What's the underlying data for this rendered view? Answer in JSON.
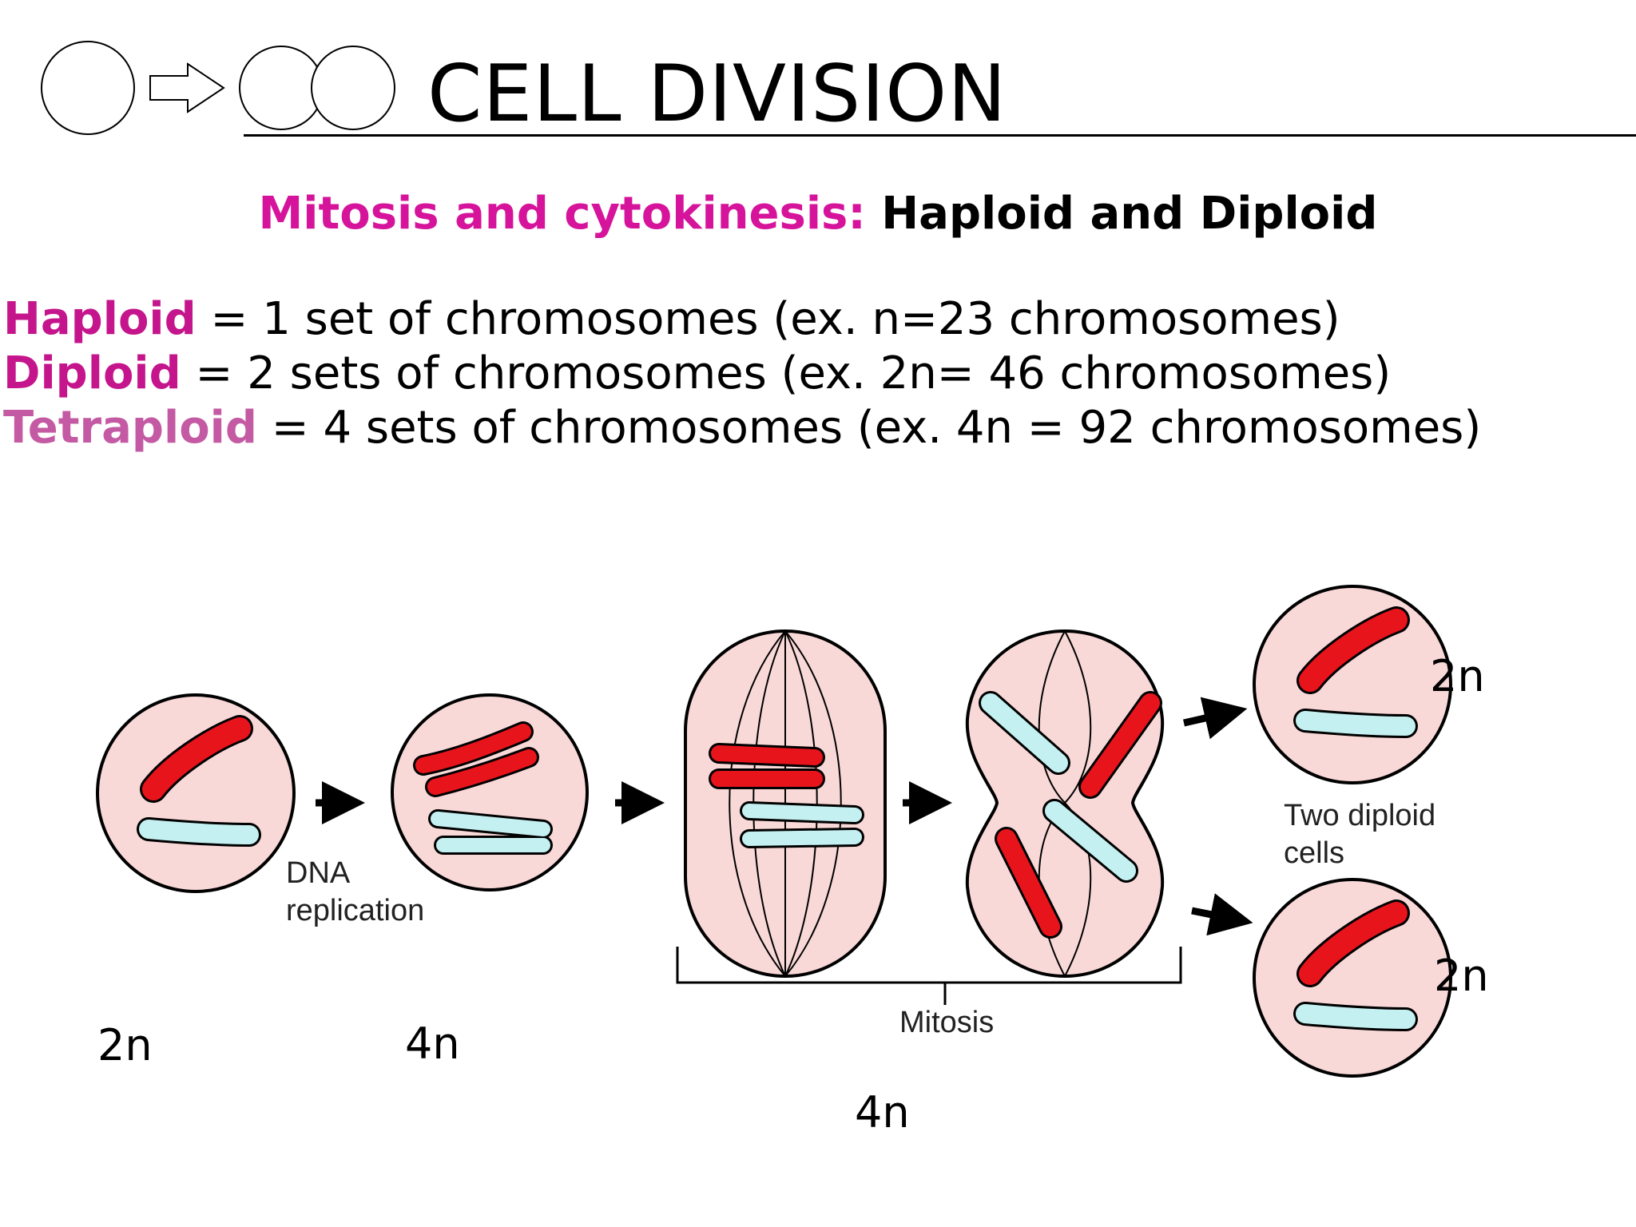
{
  "title": "CELL DIVISION",
  "subtitle": {
    "highlight": "Mitosis and cytokinesis:",
    "rest": "Haploid and Diploid"
  },
  "definitions": [
    {
      "term": "Haploid",
      "text": "= 1 set of chromosomes (ex. n=23 chromosomes)"
    },
    {
      "term": "Diploid",
      "text": "= 2 sets of chromosomes (ex. 2n= 46 chromosomes)"
    },
    {
      "term": "Tetraploid",
      "text": "= 4 sets of chromosomes (ex. 4n = 92 chromosomes)"
    }
  ],
  "diagram": {
    "dna_replication_line1": "DNA",
    "dna_replication_line2": "replication",
    "mitosis_label": "Mitosis",
    "two_diploid_line1": "Two diploid",
    "two_diploid_line2": "cells"
  },
  "ploidy_labels": {
    "cell1": "2n",
    "cell2": "4n",
    "mitosis": "4n",
    "daughter_top": "2n",
    "daughter_bottom": "2n"
  },
  "colors": {
    "pink_heading": "#d6149b",
    "cell_fill": "#f9d9d8",
    "red_chromosome": "#e8141c",
    "cyan_chromosome": "#c4f0f1"
  }
}
